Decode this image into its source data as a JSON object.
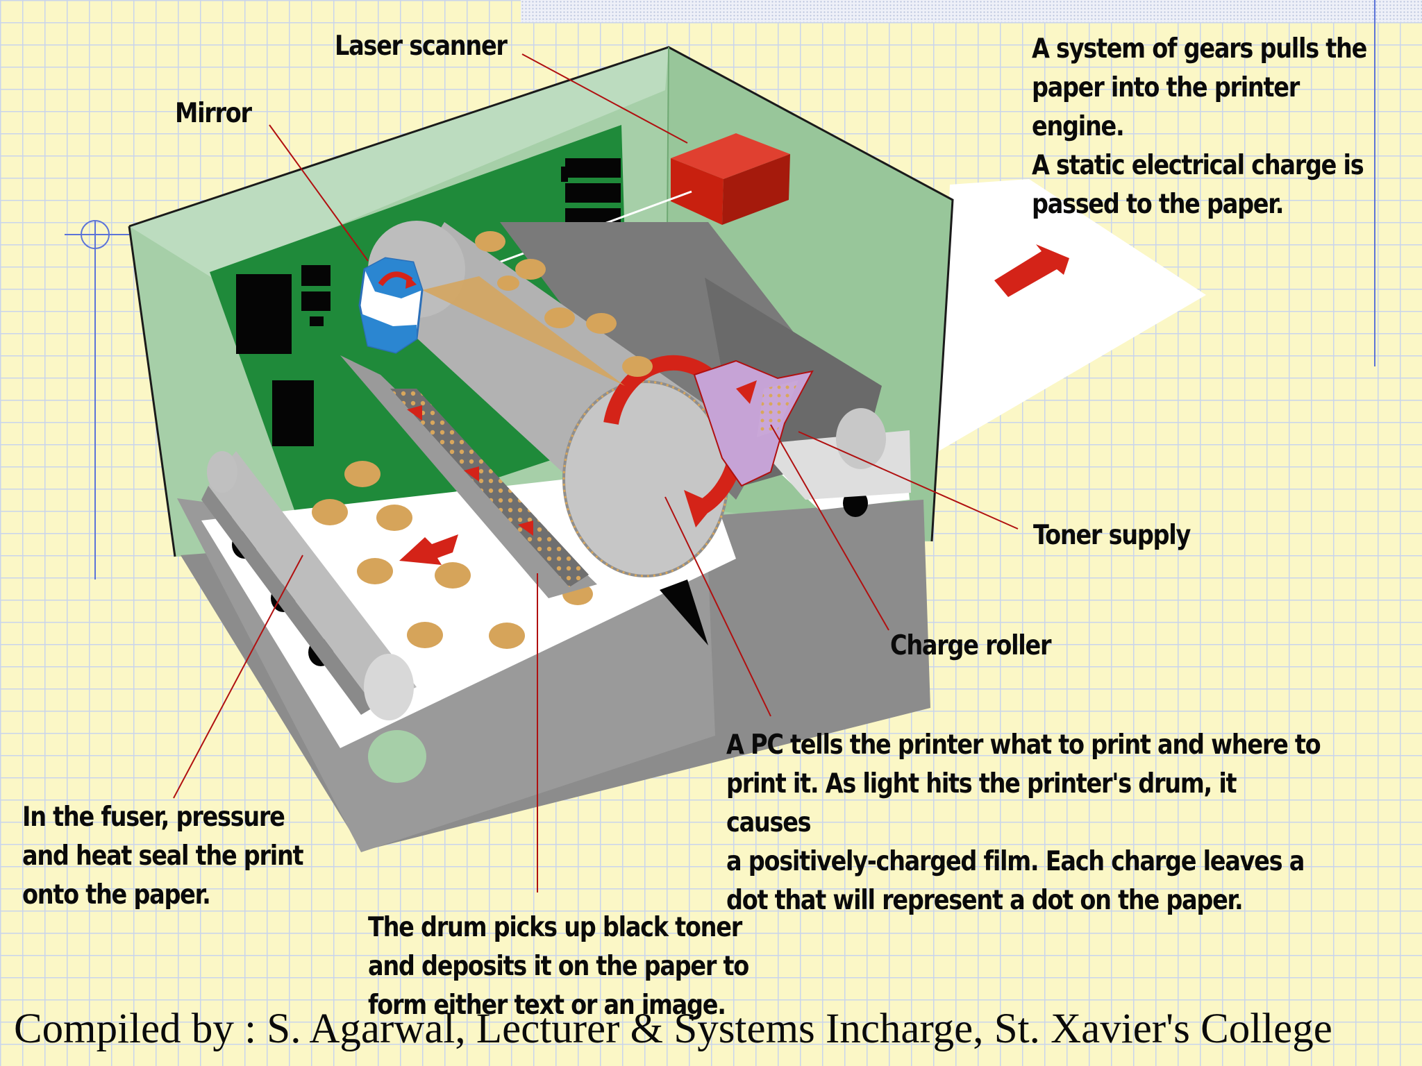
{
  "labels": {
    "laser_scanner": "Laser scanner",
    "mirror": "Mirror",
    "toner_supply": "Toner supply",
    "charge_roller": "Charge roller"
  },
  "paragraphs": {
    "gears": "A system of gears pulls the\npaper into the printer engine.\nA static electrical charge is\npassed to the paper.",
    "pc": "A PC tells the printer what to print and where to\nprint it.  As light hits the printer's drum, it causes\na positively-charged film.  Each charge leaves a\ndot that will represent a dot on the paper.",
    "fuser": "In the fuser, pressure\nand heat seal the print\nonto the paper.",
    "drum": "The drum picks up black toner\nand deposits it on the paper to\nform either text or an image."
  },
  "footer": "Compiled by : S. Agarwal, Lecturer & Systems Incharge, St. Xavier's College",
  "colors": {
    "background": "#fbf7c6",
    "grid": "#c9d4ec",
    "case_green": "#9fcaa0",
    "board_green": "#1f8a3a",
    "laser_red": "#c8200f",
    "arrow_red": "#d42318",
    "leader_red": "#b01010",
    "drum_gray": "#b8b8b8",
    "toner_dot": "#d6a45a",
    "toner_purple": "#c6a3d6"
  }
}
